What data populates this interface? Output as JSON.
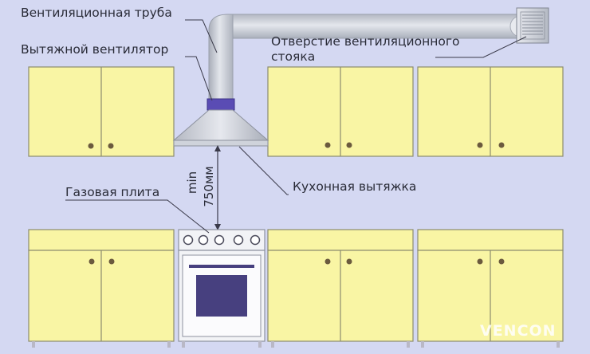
{
  "labels": {
    "vent_pipe": "Вентиляционная труба",
    "exhaust_fan": "Вытяжной вентилятор",
    "vent_opening_line1": "Отверстие вентиляционного",
    "vent_opening_line2": "стояка",
    "kitchen_hood": "Кухонная вытяжка",
    "gas_stove": "Газовая плита",
    "clearance_line1": "min",
    "clearance_line2": "750мм"
  },
  "logo": "VENCON",
  "colors": {
    "background": "#d4d8f2",
    "cabinet_fill": "#f9f5a4",
    "cabinet_stroke": "#8c8c6e",
    "handle": "#6b5a3e",
    "pipe_fill": "#c9cdd6",
    "fan": "#5a4cb4",
    "oven_window": "#47407f",
    "stove_fill": "#f2f3f6",
    "leader": "#3a3a4a"
  }
}
